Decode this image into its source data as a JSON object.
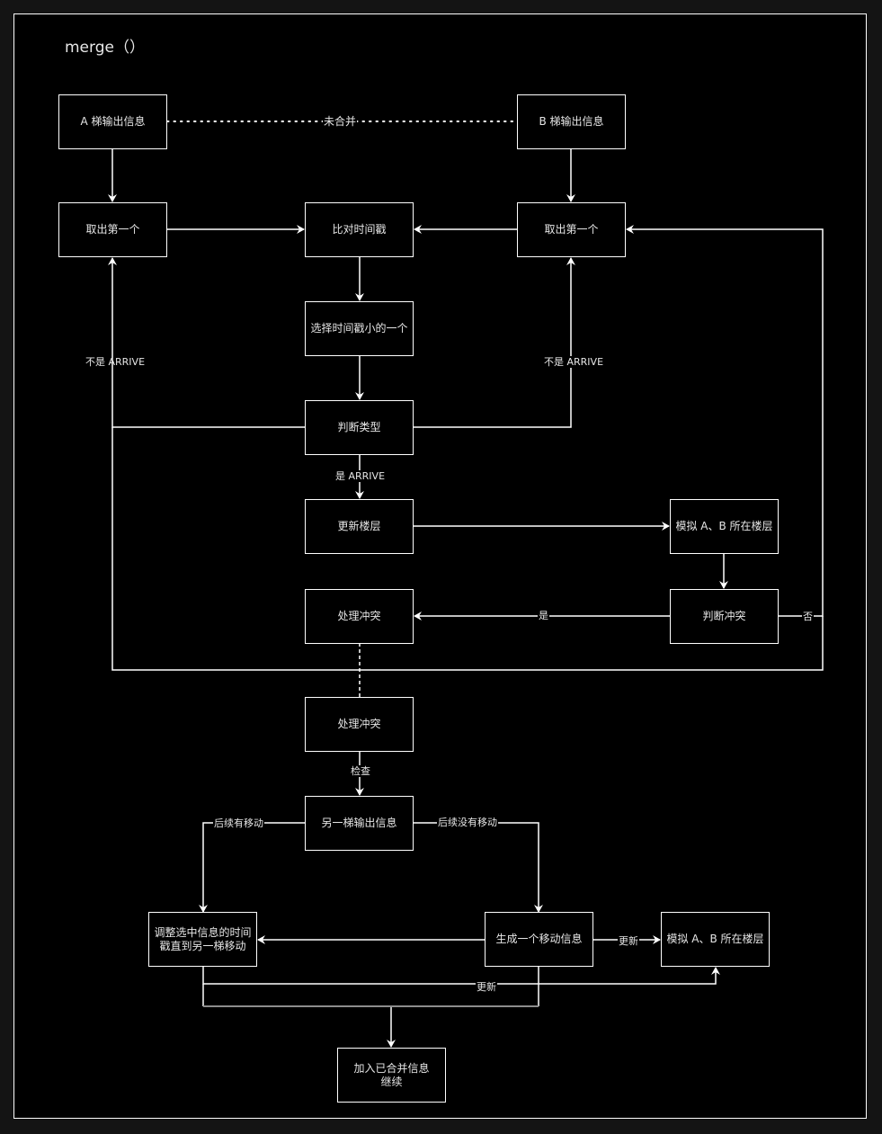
{
  "diagram": {
    "title": "merge（）",
    "nodes": {
      "a_output": "A 梯输出信息",
      "b_output": "B 梯输出信息",
      "a_take_first": "取出第一个",
      "compare_ts": "比对时间戳",
      "b_take_first": "取出第一个",
      "select_smaller": "选择时间戳小的一个",
      "judge_type": "判断类型",
      "update_floor": "更新楼层",
      "simulate_floors_1": "模拟 A、B 所在楼层",
      "handle_conflict_1": "处理冲突",
      "judge_conflict": "判断冲突",
      "handle_conflict_2": "处理冲突",
      "other_elevator_output": "另一梯输出信息",
      "adjust_timestamp": "调整选中信息的时间\n戳直到另一梯移动",
      "generate_move": "生成一个移动信息",
      "simulate_floors_2": "模拟 A、B 所在楼层",
      "add_merged": "加入已合并信息\n继续"
    },
    "edge_labels": {
      "not_merged": "未合并",
      "not_arrive_left": "不是 ARRIVE",
      "not_arrive_right": "不是 ARRIVE",
      "is_arrive": "是 ARRIVE",
      "yes": "是",
      "no": "否",
      "check": "检查",
      "has_subsequent_move": "后续有移动",
      "no_subsequent_move": "后续没有移动",
      "update_1": "更新",
      "update_2": "更新"
    },
    "colors": {
      "background": "#141414",
      "canvas": "#000000",
      "stroke": "#ffffff",
      "muted_stroke": "#8c8c8c",
      "text": "#e6e6e6"
    }
  }
}
